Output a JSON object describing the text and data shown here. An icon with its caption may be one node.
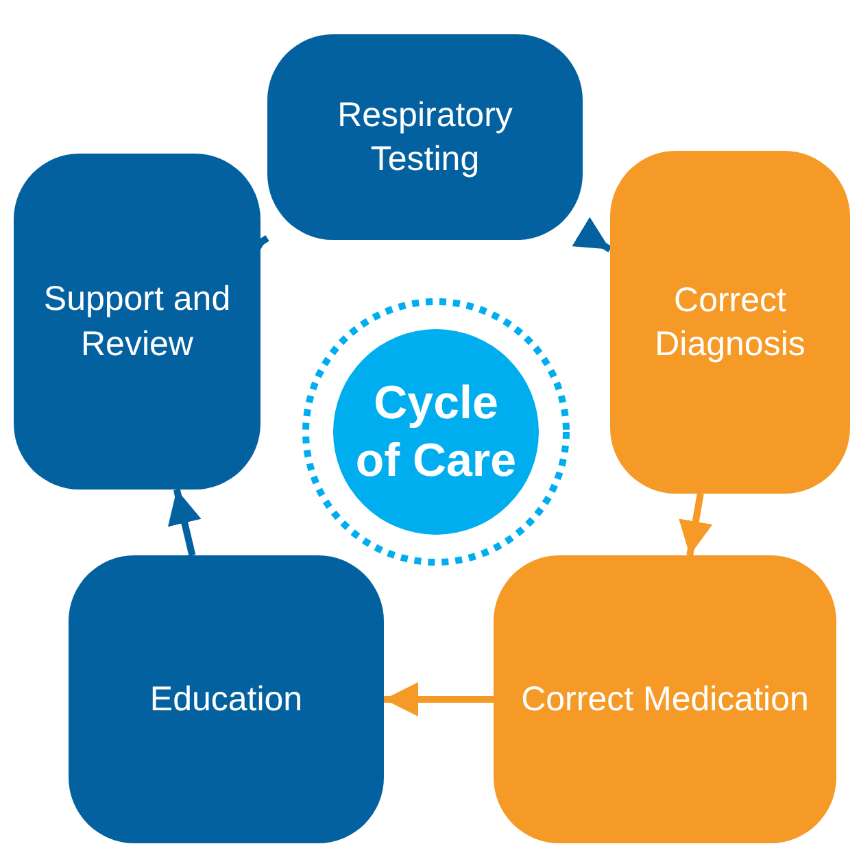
{
  "diagram": {
    "nodes": [
      {
        "text": [
          "Cycle of Care"
        ]
      },
      {
        "text": [
          "Respiratory Testing"
        ]
      },
      {
        "text": [
          "Correct Diagnosis"
        ]
      },
      {
        "text": [
          "Correct Medication"
        ]
      },
      {
        "text": [
          "Education"
        ]
      },
      {
        "text": [
          "Support and Review"
        ]
      }
    ],
    "edges": [
      {
        "from": 1,
        "to": 2,
        "arrow": "to"
      },
      {
        "from": 2,
        "to": 3,
        "arrow": "to",
        "color": "#f59a26"
      },
      {
        "from": 3,
        "to": 4,
        "arrow": "to",
        "color": "#f59a26"
      },
      {
        "from": 4,
        "to": 5,
        "arrow": "to"
      },
      {
        "from": 5,
        "to": 1,
        "arrow": "to"
      }
    ]
  }
}
